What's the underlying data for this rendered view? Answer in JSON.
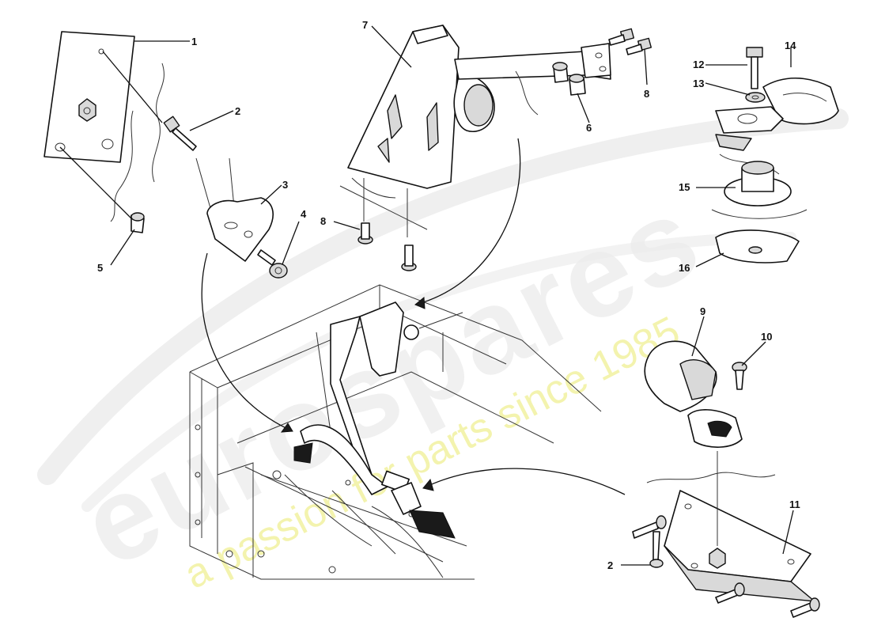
{
  "diagram": {
    "callouts": [
      {
        "id": "1",
        "label": "1"
      },
      {
        "id": "2",
        "label": "2"
      },
      {
        "id": "3",
        "label": "3"
      },
      {
        "id": "4",
        "label": "4"
      },
      {
        "id": "5",
        "label": "5"
      },
      {
        "id": "6",
        "label": "6"
      },
      {
        "id": "7",
        "label": "7"
      },
      {
        "id": "8a",
        "label": "8"
      },
      {
        "id": "8b",
        "label": "8"
      },
      {
        "id": "9",
        "label": "9"
      },
      {
        "id": "10",
        "label": "10"
      },
      {
        "id": "11",
        "label": "11"
      },
      {
        "id": "12",
        "label": "12"
      },
      {
        "id": "13",
        "label": "13"
      },
      {
        "id": "14",
        "label": "14"
      },
      {
        "id": "15",
        "label": "15"
      },
      {
        "id": "16",
        "label": "16"
      },
      {
        "id": "2b",
        "label": "2"
      }
    ]
  },
  "watermark": {
    "brand": "eurospares",
    "tagline": "a passion for parts since 1985",
    "colors": {
      "brand": "#e8e8e8",
      "tagline": "#f3f3a0"
    }
  }
}
